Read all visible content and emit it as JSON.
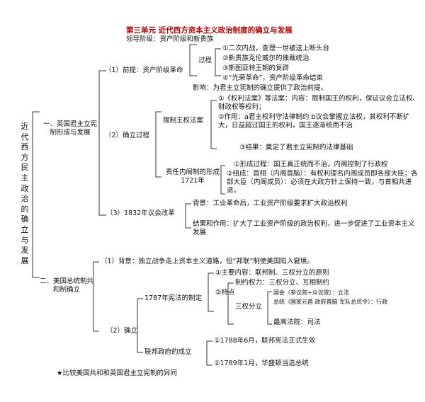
{
  "title": "第三单元  近代西方资本主义政治制度的确立与发展",
  "root": "近代西方民主政治的确立与发展",
  "sections": {
    "uk": {
      "label": "一、英国君主立宪制形成与发展",
      "premise": {
        "label": "（1）前提：资产阶级革命",
        "leaders": "领导阶级：资产阶级和新贵族",
        "process_label": "过程",
        "process_items": [
          "①二次内战，查理一世被送上断头台",
          "②新贵族克伦威尔的独裁统治",
          "③斯图亚特王朝的复辟",
          "④“光荣革命”，资产阶级革命结束"
        ],
        "impact": "影响：为君主立宪制的确立提供了政治前提。"
      },
      "establish": {
        "label": "（2）确立过程",
        "limit": {
          "label": "限制王权法案",
          "content": "①《权利法案》等法案：内容：限制国王的权利，保证议会立法权、财政权等权利；",
          "effect": "②作用：a君主权利守法律制约 b议会掌握立法权，其权利不断扩大，日益超过国王的权利，国王逐渐统而不治",
          "result": "③结果：奠定了君主立宪制的法律基础"
        },
        "cabinet": {
          "label": "责任内阁制的形成1721年",
          "formation": "①形成过程：国王真正统而不治，内阁控制了行政权",
          "organization": "②组成：首相（内阁首脑）：有权利提名内阁成员即各部大臣；各部大臣（内阁成员）：必须在大政方针上保持一致，与首相共进退。"
        }
      },
      "reform": {
        "label": "（3）1832年议会改革",
        "background": "背景：工业革命后，工业资产阶级要求扩大政治权利",
        "result": "结果和作用：扩大了工业资产阶级的政治权利，进一步促进了工业资本主义发展"
      }
    },
    "us": {
      "label": "二、美国总统制共和制确立",
      "background": "（1）背景：独立战争走上资本主义道路，但“邦联”制使美国陷入窘境。",
      "establish_label": "（2）确立",
      "constitution": {
        "label": "1787年宪法的制定",
        "main": "①主要内容：联邦制、三权分立的原则",
        "features_label": "②特点",
        "checks": "制约权力：三权分立、互相制约",
        "separation_label": "三权分立",
        "congress": "国会（参议院+众议院）：立法",
        "president": "总统（国家元首 政府首脑 军队总司令）：行政",
        "court": "最高法院：司法"
      },
      "federal": {
        "label": "联邦政府的成立",
        "item1": "①1788年6月，联邦宪法正式生效",
        "item2": "②1789年1月，华盛顿当选总统"
      }
    }
  },
  "footer": "★比较美国共和和英国君主立宪制的异同"
}
